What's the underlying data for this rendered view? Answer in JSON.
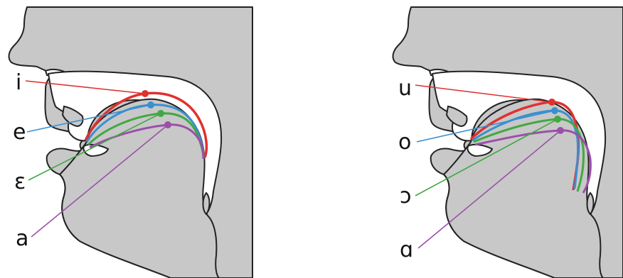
{
  "panels": [
    {
      "id": "front",
      "vowels": [
        {
          "symbol": "i",
          "color": "#e03030"
        },
        {
          "symbol": "e",
          "color": "#3a8fd0"
        },
        {
          "symbol": "ɛ",
          "color": "#43a843"
        },
        {
          "symbol": "a",
          "color": "#9a50a8"
        }
      ]
    },
    {
      "id": "back",
      "vowels": [
        {
          "symbol": "u",
          "color": "#e03030"
        },
        {
          "symbol": "o",
          "color": "#3a8fd0"
        },
        {
          "symbol": "ɔ",
          "color": "#43a843"
        },
        {
          "symbol": "ɑ",
          "color": "#9a50a8"
        }
      ]
    }
  ],
  "colors": {
    "head_fill": "#c8c8c8",
    "outline": "#222222"
  }
}
